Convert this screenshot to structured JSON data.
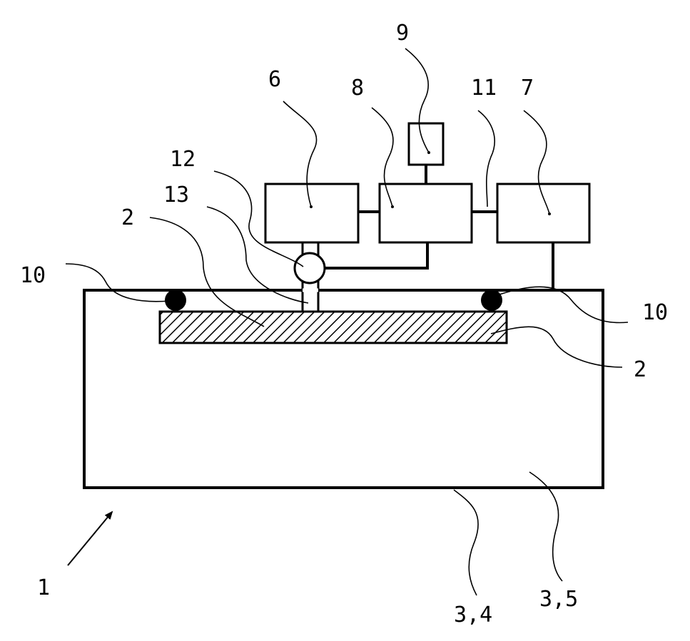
{
  "labels": {
    "l1": "1",
    "l2a": "2",
    "l2b": "2",
    "l34": "3,4",
    "l35": "3,5",
    "l6": "6",
    "l7": "7",
    "l8": "8",
    "l9": "9",
    "l10a": "10",
    "l10b": "10",
    "l11": "11",
    "l12": "12",
    "l13": "13"
  }
}
